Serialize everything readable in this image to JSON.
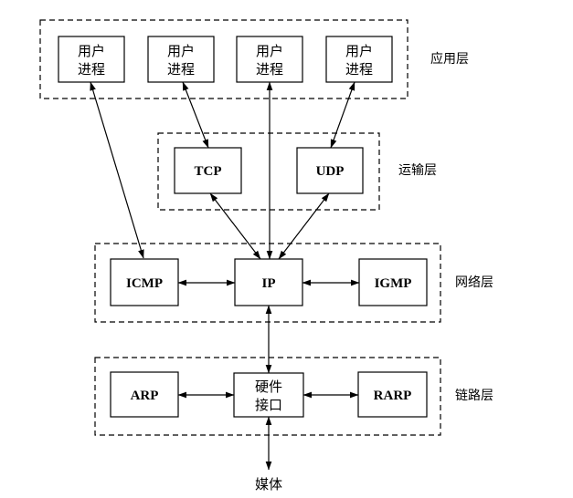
{
  "layers": {
    "application": "应用层",
    "transport": "运输层",
    "network": "网络层",
    "link": "链路层"
  },
  "nodes": {
    "user_process_1": [
      "用户",
      "进程"
    ],
    "user_process_2": [
      "用户",
      "进程"
    ],
    "user_process_3": [
      "用户",
      "进程"
    ],
    "user_process_4": [
      "用户",
      "进程"
    ],
    "tcp": "TCP",
    "udp": "UDP",
    "icmp": "ICMP",
    "ip": "IP",
    "igmp": "IGMP",
    "arp": "ARP",
    "hardware_interface": [
      "硬件",
      "接口"
    ],
    "rarp": "RARP",
    "media": "媒体"
  }
}
